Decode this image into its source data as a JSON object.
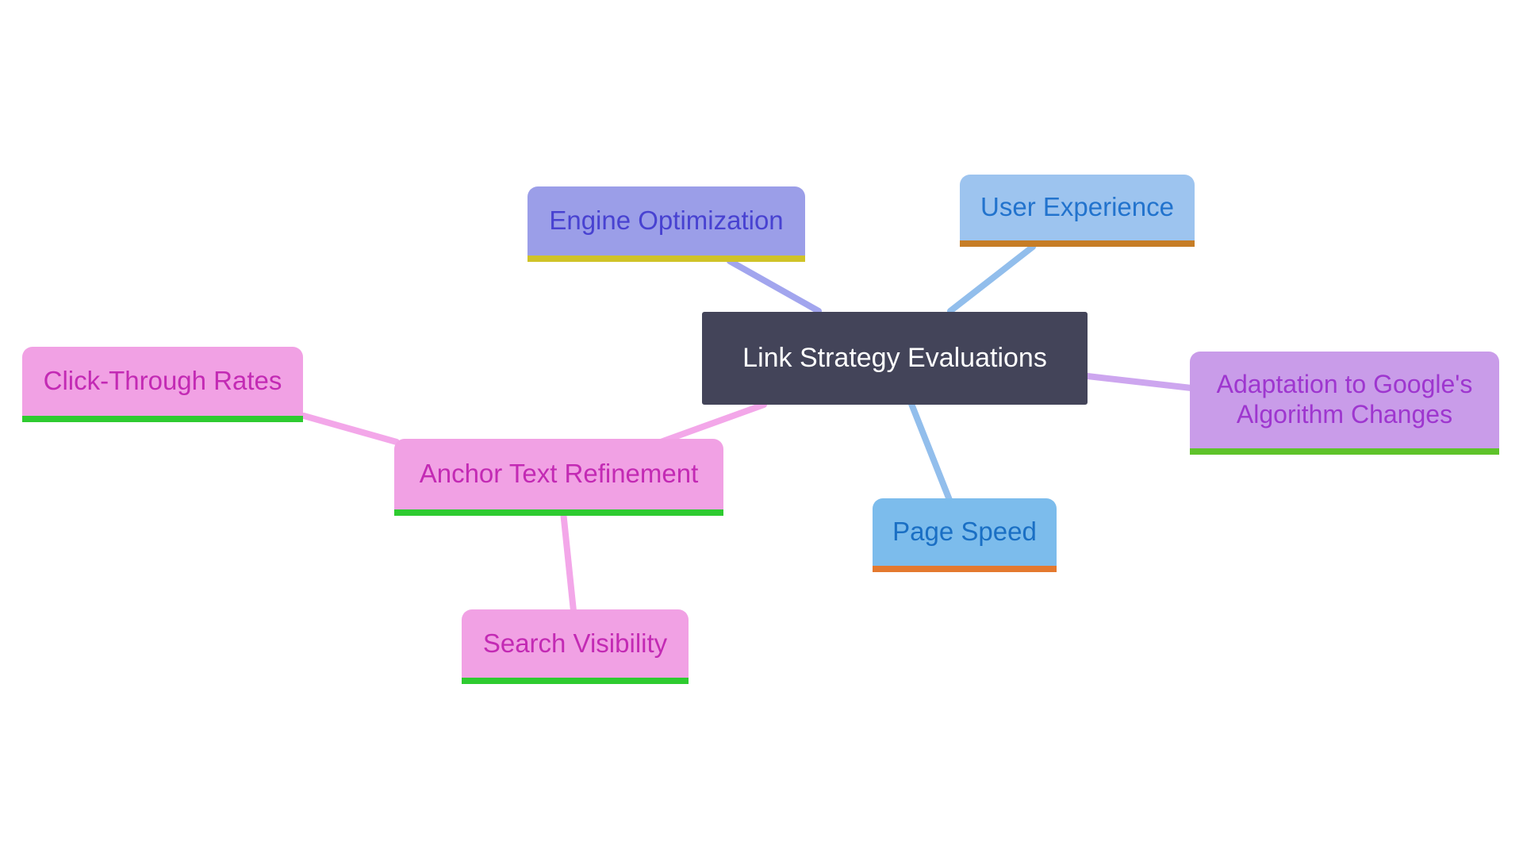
{
  "diagram": {
    "type": "mindmap",
    "background": "#ffffff",
    "structure": {
      "root": "Link Strategy Evaluations",
      "children": [
        {
          "label": "Engine Optimization",
          "children": []
        },
        {
          "label": "User Experience",
          "children": []
        },
        {
          "label": "Adaptation to Google's Algorithm Changes",
          "children": []
        },
        {
          "label": "Page Speed",
          "children": []
        },
        {
          "label": "Anchor Text Refinement",
          "children": [
            "Click-Through Rates",
            "Search Visibility"
          ]
        }
      ]
    }
  },
  "nodes": {
    "root": {
      "label": "Link Strategy Evaluations",
      "bg": "#434459",
      "text_color": "#ffffff",
      "underline": null
    },
    "engine": {
      "label": "Engine Optimization",
      "bg": "#9b9ee8",
      "text_color": "#4842d1",
      "underline": "#d0c328"
    },
    "user": {
      "label": "User Experience",
      "bg": "#9dc4ef",
      "text_color": "#2273cd",
      "underline": "#c67d26"
    },
    "adaptation": {
      "label": "Adaptation to Google's Algorithm Changes",
      "bg": "#c99ce9",
      "text_color": "#9e36cf",
      "underline": "#5ec32a"
    },
    "page": {
      "label": "Page Speed",
      "bg": "#7cbcec",
      "text_color": "#1a6fc4",
      "underline": "#e4792f"
    },
    "anchor": {
      "label": "Anchor Text Refinement",
      "bg": "#f1a1e4",
      "text_color": "#c32ab4",
      "underline": "#2ecb30"
    },
    "ctr": {
      "label": "Click-Through Rates",
      "bg": "#f1a1e4",
      "text_color": "#c32ab4",
      "underline": "#2ecb30"
    },
    "search": {
      "label": "Search Visibility",
      "bg": "#f1a1e4",
      "text_color": "#c32ab4",
      "underline": "#2ecb30"
    }
  },
  "edges": {
    "root-engine": {
      "color": "#a2a5ee"
    },
    "root-user": {
      "color": "#92beec"
    },
    "root-adaptation": {
      "color": "#cda6ef"
    },
    "root-page": {
      "color": "#92beec"
    },
    "root-anchor": {
      "color": "#f3a7e9"
    },
    "anchor-ctr": {
      "color": "#f3a7e9"
    },
    "anchor-search": {
      "color": "#f3a7e9"
    }
  }
}
